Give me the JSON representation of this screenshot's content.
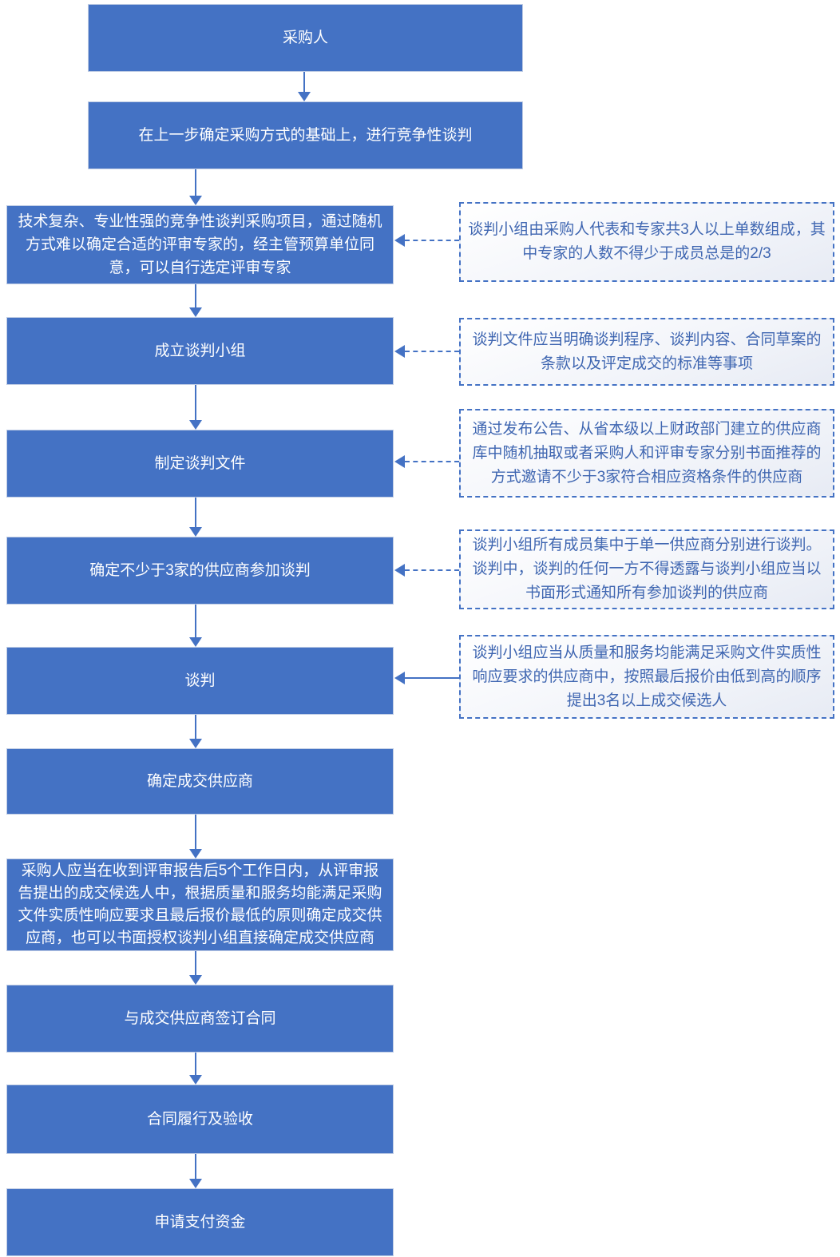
{
  "colors": {
    "box_fill": "#4472C4",
    "box_text": "#FFFFFF",
    "box_border": "#BFCCE4",
    "connector": "#4472C4",
    "note_border": "#4472C4",
    "note_text": "#3F66B1",
    "note_background": "#EEF1F8"
  },
  "flow": {
    "boxes": [
      {
        "label": "采购人"
      },
      {
        "label": "在上一步确定采购方式的基础上，进行竞争性谈判"
      },
      {
        "label": "技术复杂、专业性强的竞争性谈判采购项目，通过随机方式难以确定合适的评审专家的，经主管预算单位同意，可以自行选定评审专家"
      },
      {
        "label": "成立谈判小组"
      },
      {
        "label": "制定谈判文件"
      },
      {
        "label": "确定不少于3家的供应商参加谈判"
      },
      {
        "label": "谈判"
      },
      {
        "label": "确定成交供应商"
      },
      {
        "label": "采购人应当在收到评审报告后5个工作日内，从评审报告提出的成交候选人中，根据质量和服务均能满足采购文件实质性响应要求且最后报价最低的原则确定成交供应商，也可以书面授权谈判小组直接确定成交供应商"
      },
      {
        "label": "与成交供应商签订合同"
      },
      {
        "label": "合同履行及验收"
      },
      {
        "label": "申请支付资金"
      }
    ],
    "notes": [
      {
        "label": "谈判小组由采购人代表和专家共3人以上单数组成，其中专家的人数不得少于成员总是的2/3",
        "points_to": "成立谈判小组"
      },
      {
        "label": "谈判文件应当明确谈判程序、谈判内容、合同草案的条款以及评定成交的标准等事项",
        "points_to": "制定谈判文件"
      },
      {
        "label": "通过发布公告、从省本级以上财政部门建立的供应商库中随机抽取或者采购人和评审专家分别书面推荐的方式邀请不少于3家符合相应资格条件的供应商",
        "points_to": "确定不少于3家的供应商参加谈判"
      },
      {
        "label": "谈判小组所有成员集中于单一供应商分别进行谈判。谈判中，谈判的任何一方不得透露与谈判小组应当以书面形式通知所有参加谈判的供应商",
        "points_to": "谈判"
      },
      {
        "label": "谈判小组应当从质量和服务均能满足采购文件实质性响应要求的供应商中，按照最后报价由低到高的顺序提出3名以上成交候选人",
        "points_to": "谈判"
      }
    ]
  }
}
